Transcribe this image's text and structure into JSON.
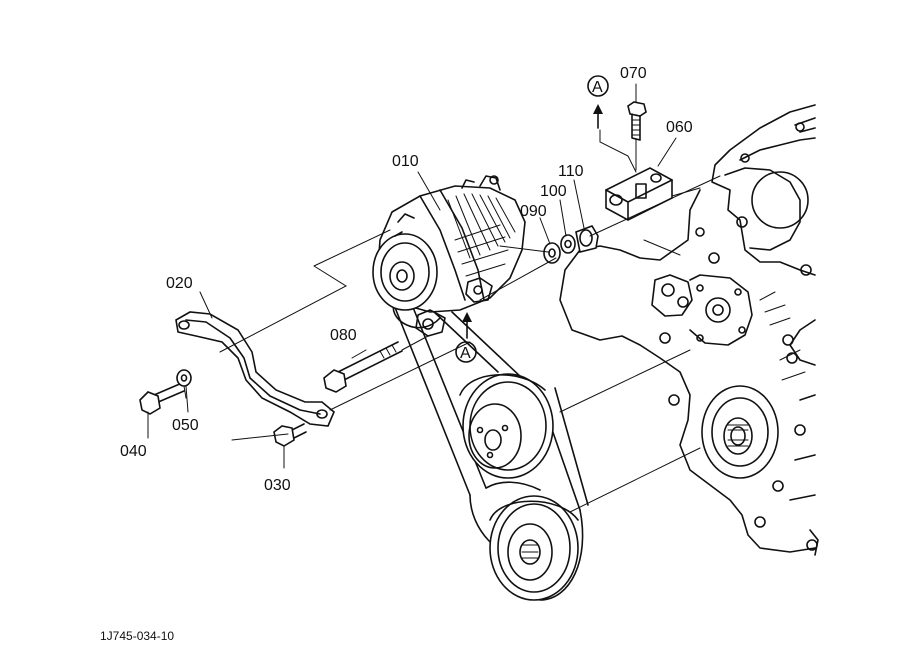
{
  "diagram": {
    "drawing_code": "1J745-034-10",
    "view_marker": "A",
    "callouts": [
      {
        "id": "part-010",
        "label": "010"
      },
      {
        "id": "part-020",
        "label": "020"
      },
      {
        "id": "part-030",
        "label": "030"
      },
      {
        "id": "part-040",
        "label": "040"
      },
      {
        "id": "part-050",
        "label": "050"
      },
      {
        "id": "part-060",
        "label": "060"
      },
      {
        "id": "part-070",
        "label": "070"
      },
      {
        "id": "part-080",
        "label": "080"
      },
      {
        "id": "part-090",
        "label": "090"
      },
      {
        "id": "part-100",
        "label": "100"
      },
      {
        "id": "part-110",
        "label": "110"
      }
    ]
  }
}
